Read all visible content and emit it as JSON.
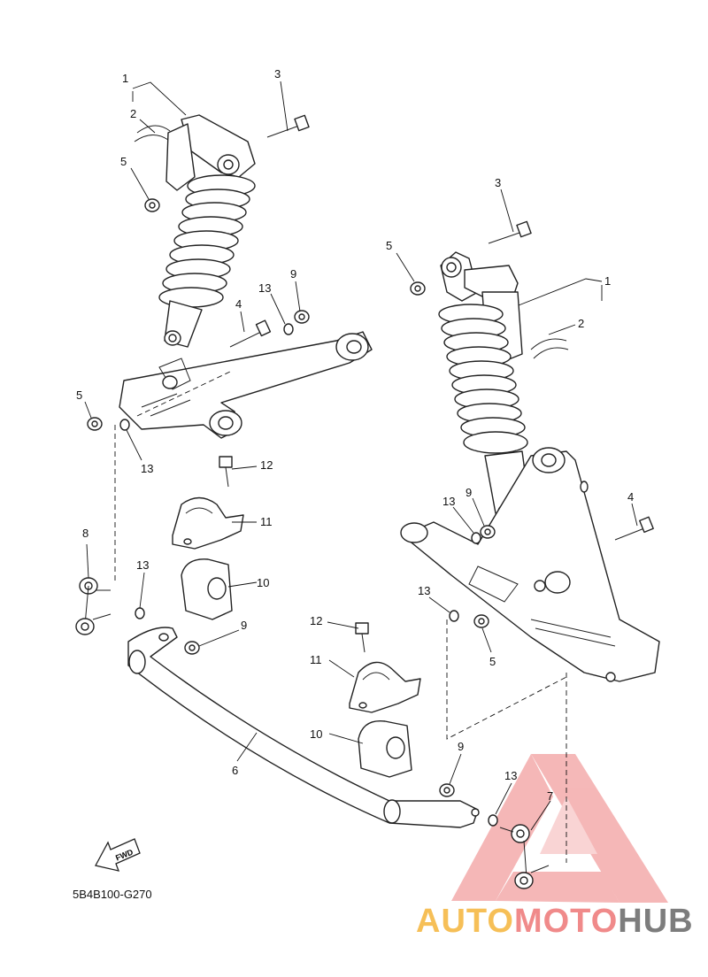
{
  "diagram_code": "5B4B100-G270",
  "fwd_label": "FWD",
  "brand": {
    "part1": "AUTO",
    "part2": "MOTO",
    "part3": "HUB",
    "colors": {
      "auto": "#f6bf57",
      "moto": "#f08a8a",
      "hub": "#7d7d7d",
      "triangle": "#f2a0a0"
    }
  },
  "callouts": [
    {
      "id": "c1a",
      "label": "1"
    },
    {
      "id": "c2a",
      "label": "2"
    },
    {
      "id": "c3a",
      "label": "3"
    },
    {
      "id": "c5a",
      "label": "5"
    },
    {
      "id": "c13a",
      "label": "13"
    },
    {
      "id": "c9a",
      "label": "9"
    },
    {
      "id": "c4a",
      "label": "4"
    },
    {
      "id": "c5b",
      "label": "5"
    },
    {
      "id": "c13b",
      "label": "13"
    },
    {
      "id": "c12a",
      "label": "12"
    },
    {
      "id": "c11a",
      "label": "11"
    },
    {
      "id": "c8",
      "label": "8"
    },
    {
      "id": "c13c",
      "label": "13"
    },
    {
      "id": "c10a",
      "label": "10"
    },
    {
      "id": "c9b",
      "label": "9"
    },
    {
      "id": "c3b",
      "label": "3"
    },
    {
      "id": "c5c",
      "label": "5"
    },
    {
      "id": "c1b",
      "label": "1"
    },
    {
      "id": "c2b",
      "label": "2"
    },
    {
      "id": "c13d",
      "label": "13"
    },
    {
      "id": "c9c",
      "label": "9"
    },
    {
      "id": "c4b",
      "label": "4"
    },
    {
      "id": "c13e",
      "label": "13"
    },
    {
      "id": "c5d",
      "label": "5"
    },
    {
      "id": "c12b",
      "label": "12"
    },
    {
      "id": "c11b",
      "label": "11"
    },
    {
      "id": "c10b",
      "label": "10"
    },
    {
      "id": "c6",
      "label": "6"
    },
    {
      "id": "c9d",
      "label": "9"
    },
    {
      "id": "c13f",
      "label": "13"
    },
    {
      "id": "c7",
      "label": "7"
    }
  ]
}
